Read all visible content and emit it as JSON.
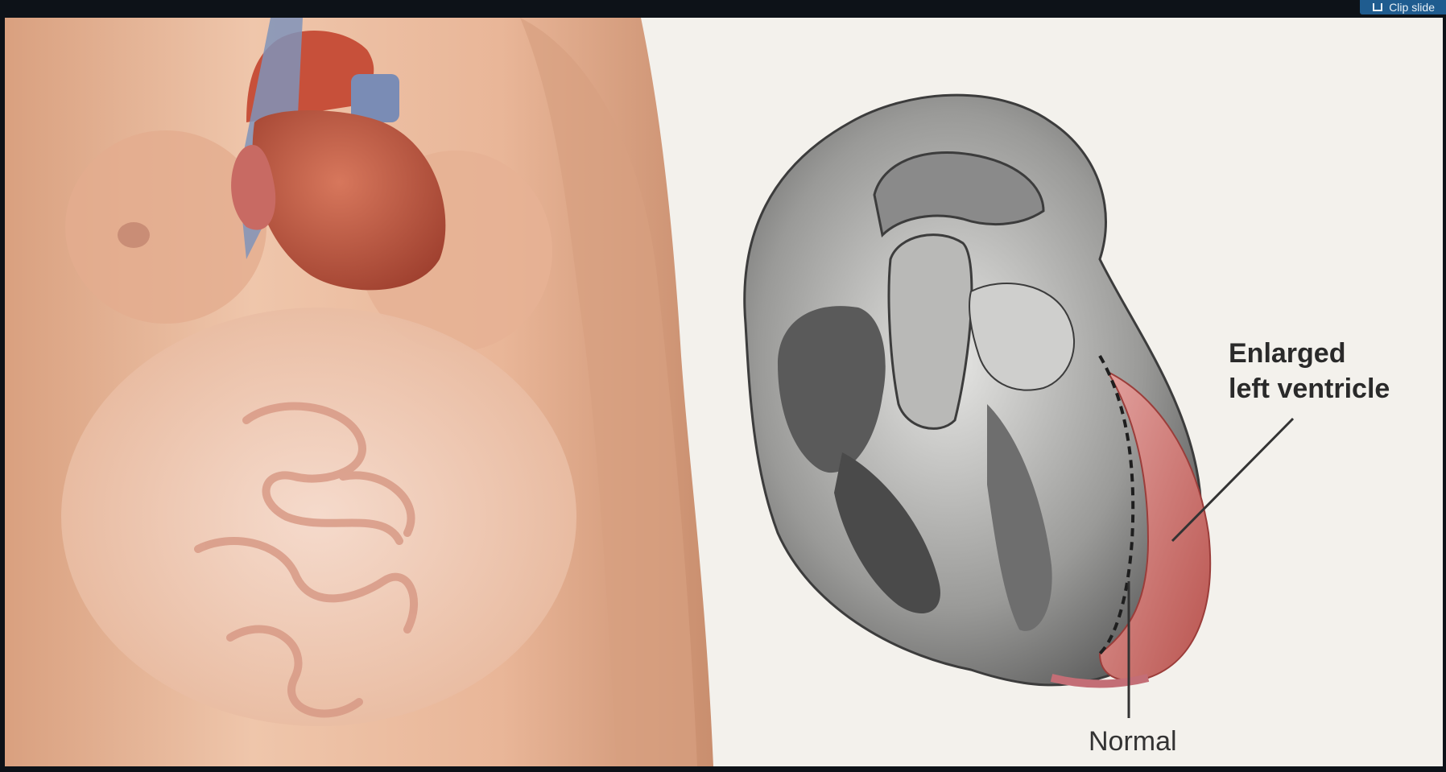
{
  "toolbar": {
    "clip_slide_label": "Clip slide",
    "clip_icon": "clip-icon"
  },
  "slide": {
    "labels": {
      "enlarged_line1": "Enlarged",
      "enlarged_line2": "left ventricle",
      "normal": "Normal"
    },
    "colors": {
      "skin": "#e8b79a",
      "heart_red": "#c0553e",
      "ventricle_red": "#c96a6a",
      "diagram_gray": "#6e6e6e",
      "background": "#f3f1ec"
    }
  }
}
